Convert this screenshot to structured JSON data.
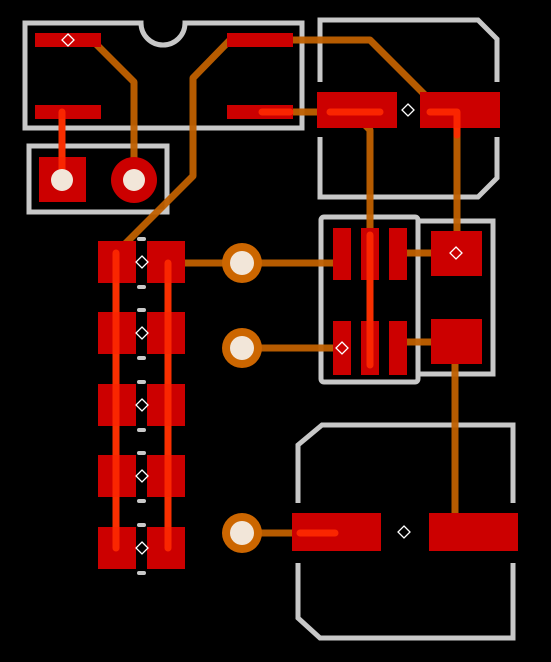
{
  "view": {
    "title": "",
    "colors": {
      "background": "#000000",
      "silkscreen": "#c8c8c8",
      "copper_pad": "#cc0000",
      "copper_pad_bright": "#ff1a00",
      "trace_bottom": "#c06000",
      "trace_top": "#ff2a00",
      "via_ring": "#cc6600",
      "via_hole": "#f2e6d9",
      "anchor": "#ffffff"
    }
  },
  "components": [
    {
      "id": "U1",
      "kind": "soic-8"
    },
    {
      "id": "J1",
      "kind": "2-pin-header"
    },
    {
      "id": "Q1",
      "kind": "sot-23"
    },
    {
      "id": "R-array",
      "kind": "5x-0805-resistors"
    },
    {
      "id": "C1",
      "kind": "sot-223"
    },
    {
      "id": "D1",
      "kind": "0805-diode"
    },
    {
      "id": "L1",
      "kind": "smd-inductor"
    }
  ],
  "vias": [
    {
      "id": "via-1"
    },
    {
      "id": "via-2"
    },
    {
      "id": "via-3"
    }
  ]
}
